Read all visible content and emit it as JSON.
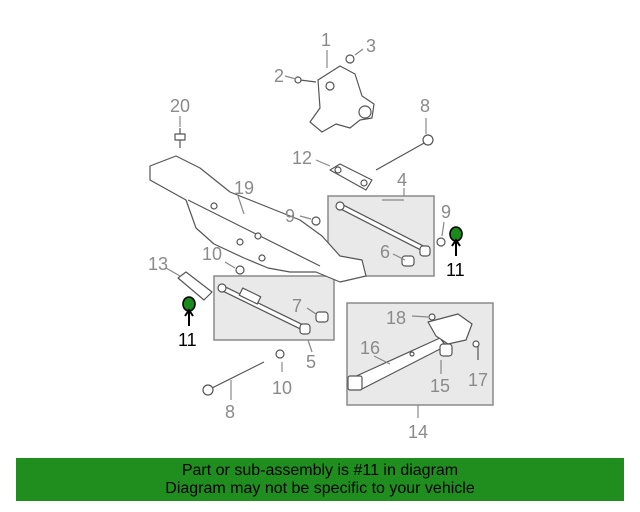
{
  "callouts": {
    "c1": "1",
    "c2": "2",
    "c3": "3",
    "c4": "4",
    "c5": "5",
    "c6": "6",
    "c7": "7",
    "c8a": "8",
    "c8b": "8",
    "c9a": "9",
    "c9b": "9",
    "c10a": "10",
    "c10b": "10",
    "c11a": "11",
    "c11b": "11",
    "c12": "12",
    "c13": "13",
    "c14": "14",
    "c15": "15",
    "c16": "16",
    "c17": "17",
    "c18": "18",
    "c19": "19",
    "c20": "20"
  },
  "highlight": {
    "part_number": "11",
    "color": "#1a8a1a"
  },
  "banner": {
    "line1": "Part or sub-assembly is #11 in diagram",
    "line2": "Diagram may not be specific to your vehicle",
    "background": "#1f8e1f"
  }
}
